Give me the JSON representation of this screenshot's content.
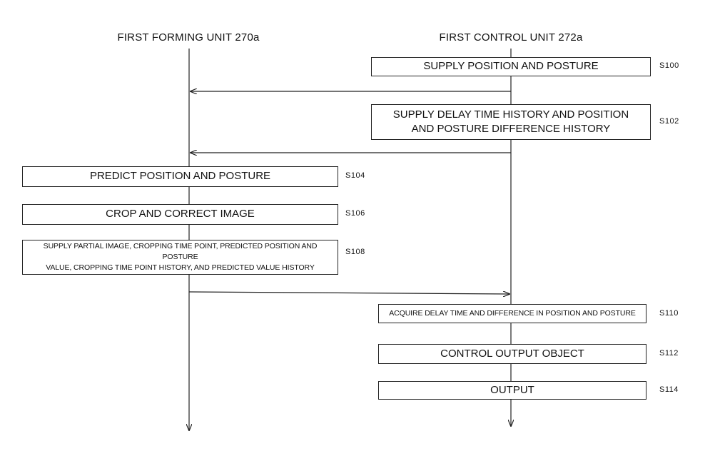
{
  "lanes": {
    "left_title": "FIRST FORMING UNIT 270a",
    "right_title": "FIRST CONTROL UNIT 272a"
  },
  "steps": [
    {
      "code": "S100",
      "text": "SUPPLY POSITION AND POSTURE"
    },
    {
      "code": "S102",
      "text": "SUPPLY DELAY TIME HISTORY AND POSITION\nAND POSTURE DIFFERENCE HISTORY"
    },
    {
      "code": "S104",
      "text": "PREDICT POSITION AND POSTURE"
    },
    {
      "code": "S106",
      "text": "CROP AND CORRECT IMAGE"
    },
    {
      "code": "S108",
      "text": "SUPPLY PARTIAL IMAGE, CROPPING TIME POINT, PREDICTED POSITION AND POSTURE\nVALUE, CROPPING TIME POINT HISTORY, AND PREDICTED VALUE HISTORY"
    },
    {
      "code": "S110",
      "text": "ACQUIRE DELAY TIME AND DIFFERENCE IN POSITION AND POSTURE"
    },
    {
      "code": "S112",
      "text": "CONTROL OUTPUT OBJECT"
    },
    {
      "code": "S114",
      "text": "OUTPUT"
    }
  ]
}
